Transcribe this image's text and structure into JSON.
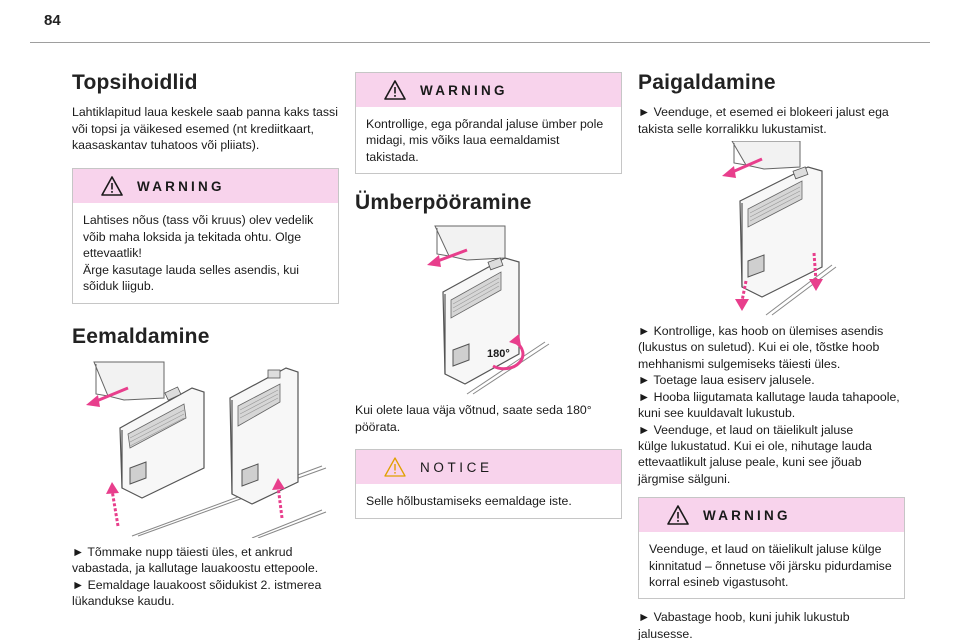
{
  "page": {
    "number": "84"
  },
  "left": {
    "title": "Topsihoidlid",
    "intro": "Lahtiklapitud laua keskele saab panna kaks tassi või topsi ja väikesed esemed (nt krediitkaart, kaasaskantav tuhatoos või pliiats).",
    "warning": {
      "label": "WARNING",
      "lines": [
        "Lahtises nõus (tass või kruus) olev vedelik",
        "võib maha loksida ja tekitada ohtu. Olge",
        "ettevaatlik!",
        "Ärge kasutage lauda selles asendis, kui",
        "sõiduk liigub."
      ]
    },
    "removal_title": "Eemaldamine",
    "removal_steps": [
      "► Tõmmake nupp täiesti üles, et ankrud",
      "vabastada, ja kallutage lauakoostu ettepoole.",
      "► Eemaldage lauakoost sõidukist 2. istmerea",
      "lükandukse kaudu."
    ]
  },
  "middle": {
    "warning": {
      "label": "WARNING",
      "lines": [
        "Kontrollige, ega põrandal jaluse ümber pole",
        "midagi, mis võiks laua eemaldamist takistada."
      ]
    },
    "rotation_title": "Ümberpööramine",
    "rotation_badge": "180°",
    "rotation_text": [
      "Kui olete laua väja võtnud, saate seda 180°",
      "pöörata."
    ],
    "notice": {
      "label": "NOTICE",
      "lines": [
        "Selle hõlbustamiseks eemaldage iste."
      ]
    }
  },
  "right": {
    "title": "Paigaldamine",
    "step1": [
      "► Veenduge, et esemed ei blokeeri jalust ega",
      "takista selle korralikku lukustamist."
    ],
    "steps": [
      "► Kontrollige, kas hoob on ülemises asendis",
      "(lukustus on suletud). Kui ei ole, tõstke hoob",
      "mehhanismi sulgemiseks täiesti üles.",
      "► Toetage laua esiserv jalusele.",
      "► Hooba liigutamata kallutage lauda tahapoole,",
      "kuni see kuuldavalt lukustub.",
      "► Veenduge, et laud on täielikult jaluse",
      "külge lukustatud. Kui ei ole, nihutage lauda",
      "ettevaatlikult jaluse peale, kuni see jõuab",
      "järgmise sälguni."
    ],
    "warning": {
      "label": "WARNING",
      "lines": [
        "Veenduge, et laud on täielikult jaluse külge",
        "kinnitatud – õnnetuse või järsku pidurdamise",
        "korral esineb vigastusoht."
      ]
    },
    "final_step": [
      "► Vabastage hoob, kuni juhik lukustub",
      "jalusesse."
    ]
  },
  "colors": {
    "accent_pink": "#f8d3ec",
    "arrow_pink": "#e83e8c",
    "rule_grey": "#9e9e9e"
  }
}
